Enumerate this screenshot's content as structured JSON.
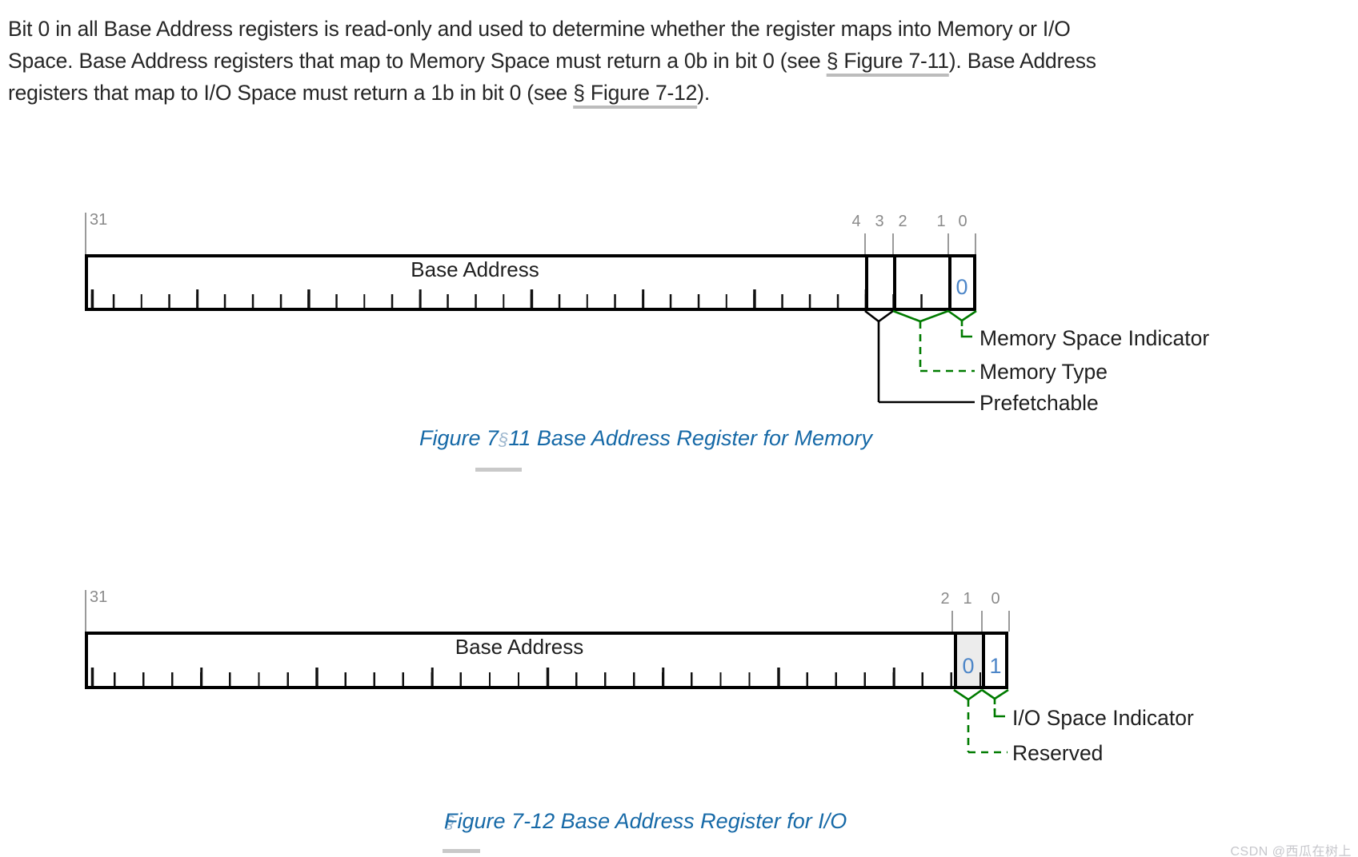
{
  "paragraph": {
    "line1": "Bit 0 in all Base Address registers is read-only and used to determine whether the register maps into Memory or I/O",
    "line2_pre": "Space. Base Address registers that map to Memory Space must return a 0b in bit 0 (see ",
    "line2_link": "§ Figure 7-11",
    "line2_post": "). Base Address",
    "line3_pre": "registers that map to I/O Space must return a 1b in bit 0 (see ",
    "line3_link": "§ Figure 7-12",
    "line3_post": ")."
  },
  "figure_memory": {
    "bit_labels": {
      "b31": "31",
      "b4": "4",
      "b3": "3",
      "b2": "2",
      "b1": "1",
      "b0": "0"
    },
    "base_address_label": "Base Address",
    "bit0_value": "0",
    "field_labels": {
      "bit0": "Memory Space Indicator",
      "bits2_1": "Memory Type",
      "bit3": "Prefetchable"
    },
    "caption": {
      "pre": "Figure 7",
      "mark": "§",
      "post": "11 Base Address Register for Memory"
    }
  },
  "figure_io": {
    "bit_labels": {
      "b31": "31",
      "b2": "2",
      "b1": "1",
      "b0": "0"
    },
    "base_address_label": "Base Address",
    "bit1_value": "0",
    "bit0_value": "1",
    "field_labels": {
      "bit0": "I/O Space Indicator",
      "bit1": "Reserved"
    },
    "caption": {
      "mark": "§",
      "text": "Figure 7-12 Base Address Register for I/O"
    }
  },
  "watermark": "CSDN @西瓜在树上",
  "colors": {
    "body_text": "#262626",
    "caption_blue": "#1669a7",
    "bit_value_blue": "#4d86c8",
    "bit_number_gray": "#8a8a8a",
    "connector_green": "#007b00",
    "link_underline_gray": "#bcbcbc",
    "reserved_cell_shade": "#ececec"
  }
}
